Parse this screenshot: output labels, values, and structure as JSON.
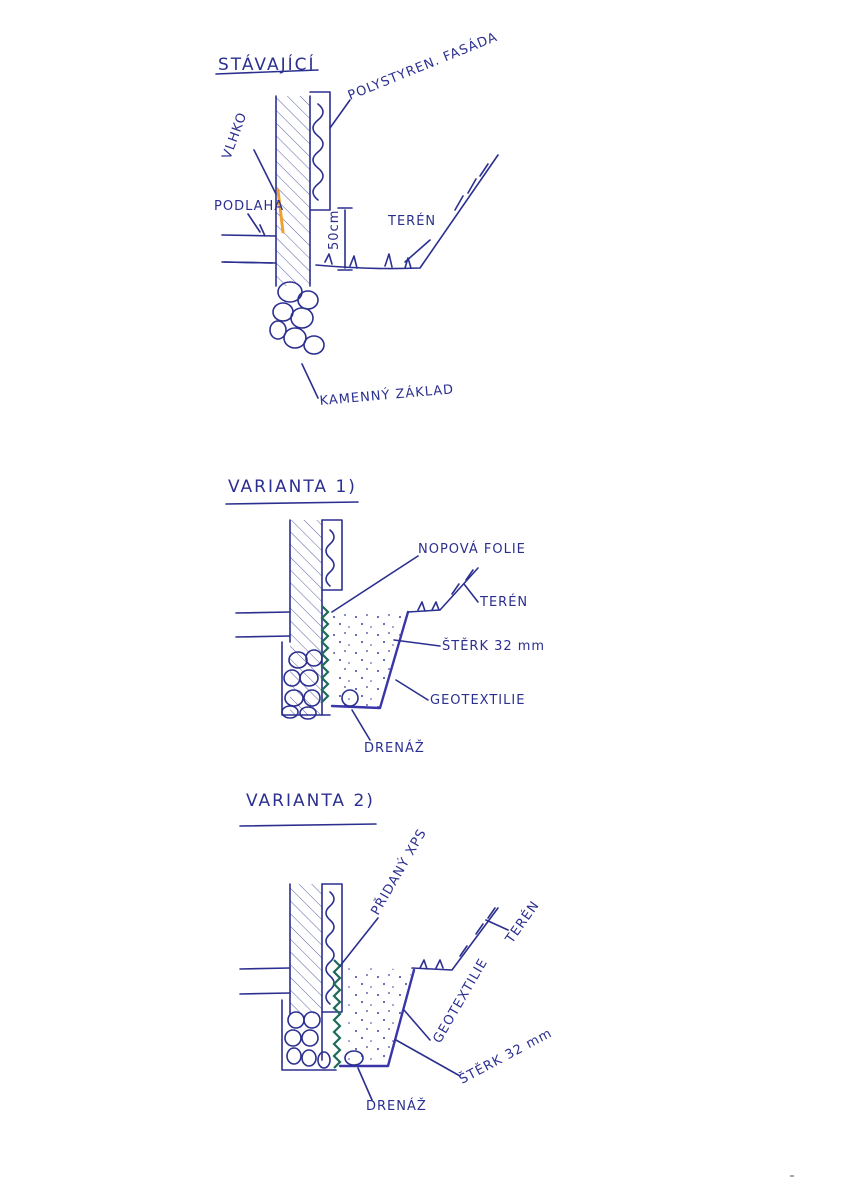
{
  "colors": {
    "ink": "#2b2f8f",
    "membrane": "#1f6b5a",
    "moisture": "#f0a030"
  },
  "sections": {
    "existing": {
      "title": "STÁVAJÍCÍ",
      "labels": {
        "facade": "POLYSTYREN. FASÁDA",
        "moisture": "VLHKO",
        "floor": "PODLAHA",
        "terrain": "TERÉN",
        "dimension": "50cm",
        "foundation": "KAMENNÝ ZÁKLAD"
      }
    },
    "variant1": {
      "title": "VARIANTA 1)",
      "labels": {
        "membrane": "NOPOVÁ FOLIE",
        "terrain": "TERÉN",
        "gravel": "ŠTĚRK 32 mm",
        "geotextile": "GEOTEXTILIE",
        "drainage": "DRENÁŽ"
      }
    },
    "variant2": {
      "title": "VARIANTA 2)",
      "labels": {
        "xps": "PŘIDANÝ XPS",
        "terrain": "TERÉN",
        "geotextile": "GEOTEXTILIE",
        "gravel": "ŠTĚRK 32 mm",
        "drainage": "DRENÁŽ"
      }
    }
  }
}
